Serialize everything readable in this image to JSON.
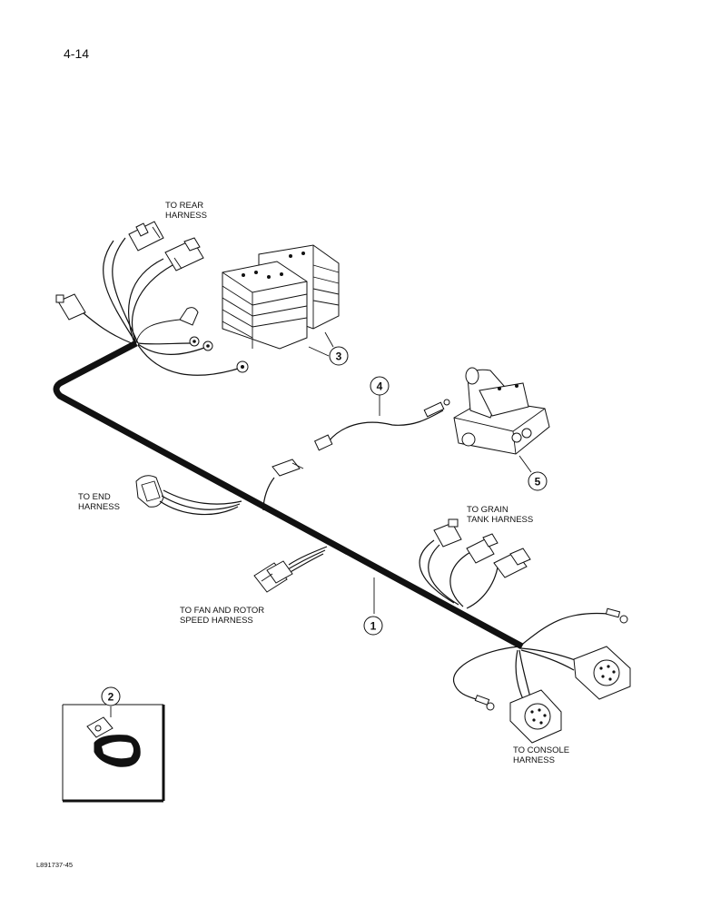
{
  "page_number": "4-14",
  "figure_code": "L891737-45",
  "labels": {
    "rear_harness": [
      "TO REAR",
      "HARNESS"
    ],
    "end_harness": [
      "TO END",
      "HARNESS"
    ],
    "grain_tank_harness": [
      "TO GRAIN",
      "TANK HARNESS"
    ],
    "fan_rotor_harness": [
      "TO FAN AND ROTOR",
      "SPEED HARNESS"
    ],
    "console_harness": [
      "TO CONSOLE",
      "HARNESS"
    ]
  },
  "callouts": [
    "1",
    "2",
    "3",
    "4",
    "5"
  ]
}
